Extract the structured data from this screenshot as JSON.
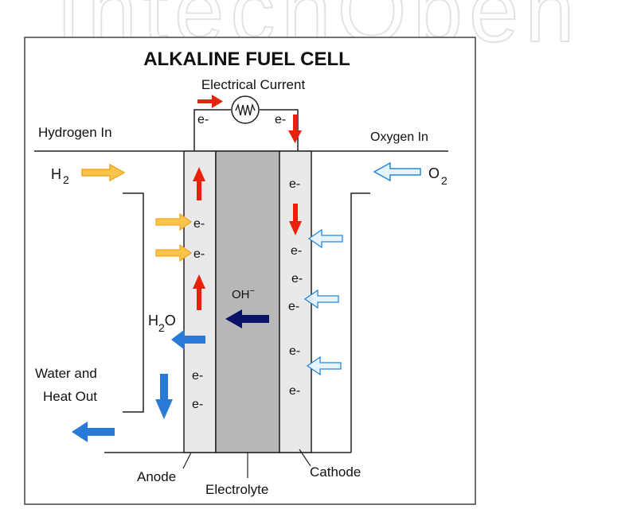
{
  "watermark_text": "IntechOpen",
  "title": "ALKALINE FUEL CELL",
  "labels": {
    "electrical_current": "Electrical Current",
    "hydrogen_in": "Hydrogen In",
    "oxygen_in": "Oxygen In",
    "h2": "H",
    "h2_sub": "2",
    "o2": "O",
    "o2_sub": "2",
    "water_out_line1": "Water and",
    "water_out_line2": "Heat Out",
    "h2o_h": "H",
    "h2o_sub": "2",
    "h2o_o": "O",
    "oh_minus": "OH",
    "oh_sup": "−",
    "electron": "e-",
    "anode": "Anode",
    "electrolyte": "Electrolyte",
    "cathode": "Cathode"
  },
  "colors": {
    "red_arrow": "#e8200c",
    "yellow_arrow": "#f5a623",
    "yellow_fill": "#f8c44a",
    "blue_arrow": "#2979d6",
    "light_blue_outline": "#2a86d8",
    "light_blue_fill": "#e6f4ff",
    "dark_arrow": "#0a1466",
    "electrode_fill": "#e9e9e9",
    "electrolyte_fill": "#b8b8b8",
    "watermark": "#e3e3e3"
  }
}
